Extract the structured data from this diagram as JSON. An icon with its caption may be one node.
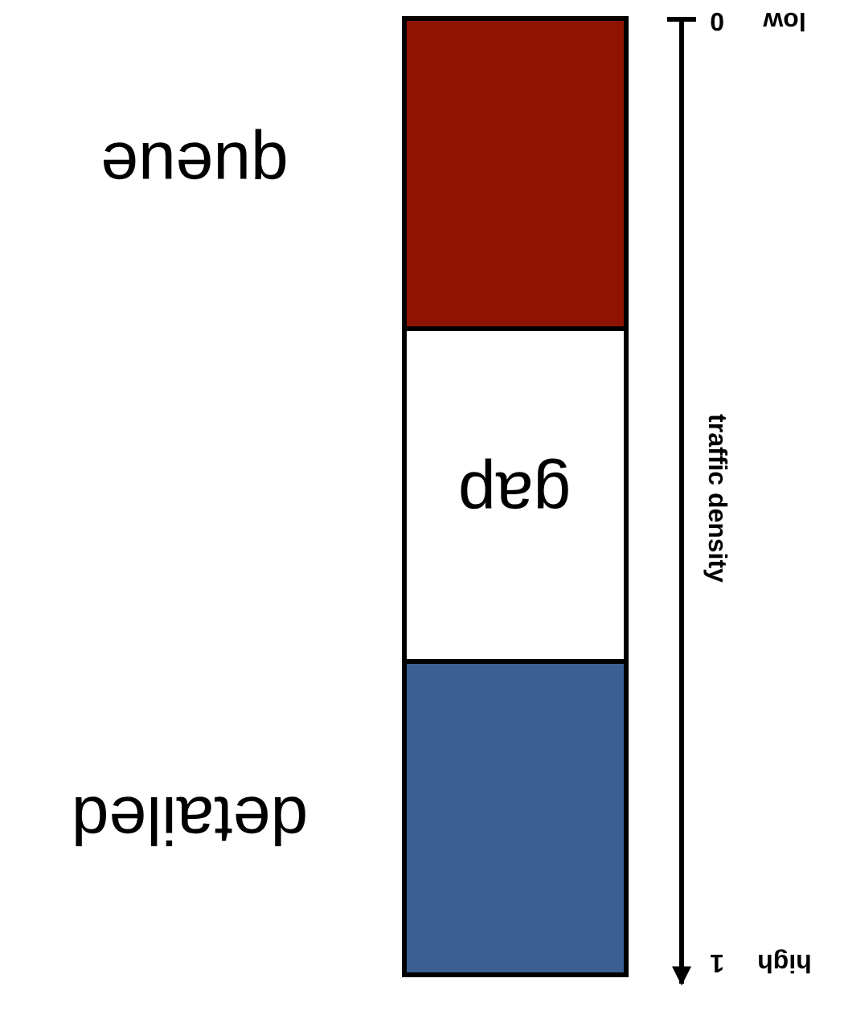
{
  "diagram": {
    "nodes": [
      {
        "text": [],
        "shape": "bar",
        "beside": [
          "queue"
        ]
      },
      {
        "text": [
          "gap"
        ]
      },
      {
        "text": [],
        "shape": "bar",
        "beside": [
          "detailed"
        ]
      }
    ],
    "labels": [
      "low",
      "0",
      "traffic density",
      "high",
      "1"
    ]
  }
}
